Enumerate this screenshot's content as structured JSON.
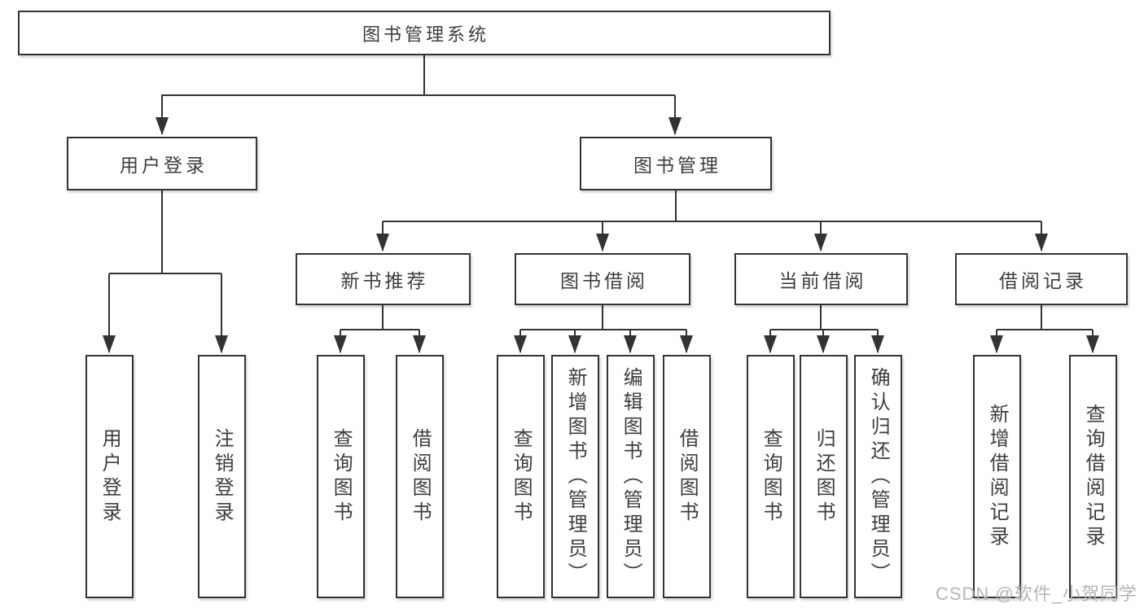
{
  "colors": {
    "line": "#333333",
    "box_border": "#333333",
    "text": "#3d3d3d",
    "watermark": "#b5b5b5",
    "background": "#ffffff"
  },
  "watermark": {
    "text": "CSDN @软件_小贺同学"
  },
  "diagram": {
    "root": {
      "label": "图书管理系统"
    },
    "branches": [
      {
        "label": "用户登录",
        "leaves": [
          "用户登录",
          "注销登录"
        ]
      },
      {
        "label": "图书管理",
        "children": [
          {
            "label": "新书推荐",
            "leaves": [
              "查询图书",
              "借阅图书"
            ]
          },
          {
            "label": "图书借阅",
            "leaves": [
              "查询图书",
              "新增图书（管理员）",
              "编辑图书（管理员）",
              "借阅图书"
            ]
          },
          {
            "label": "当前借阅",
            "leaves": [
              "查询图书",
              "归还图书",
              "确认归还（管理员）"
            ]
          },
          {
            "label": "借阅记录",
            "leaves": [
              "新增借阅记录",
              "查询借阅记录"
            ]
          }
        ]
      }
    ]
  }
}
